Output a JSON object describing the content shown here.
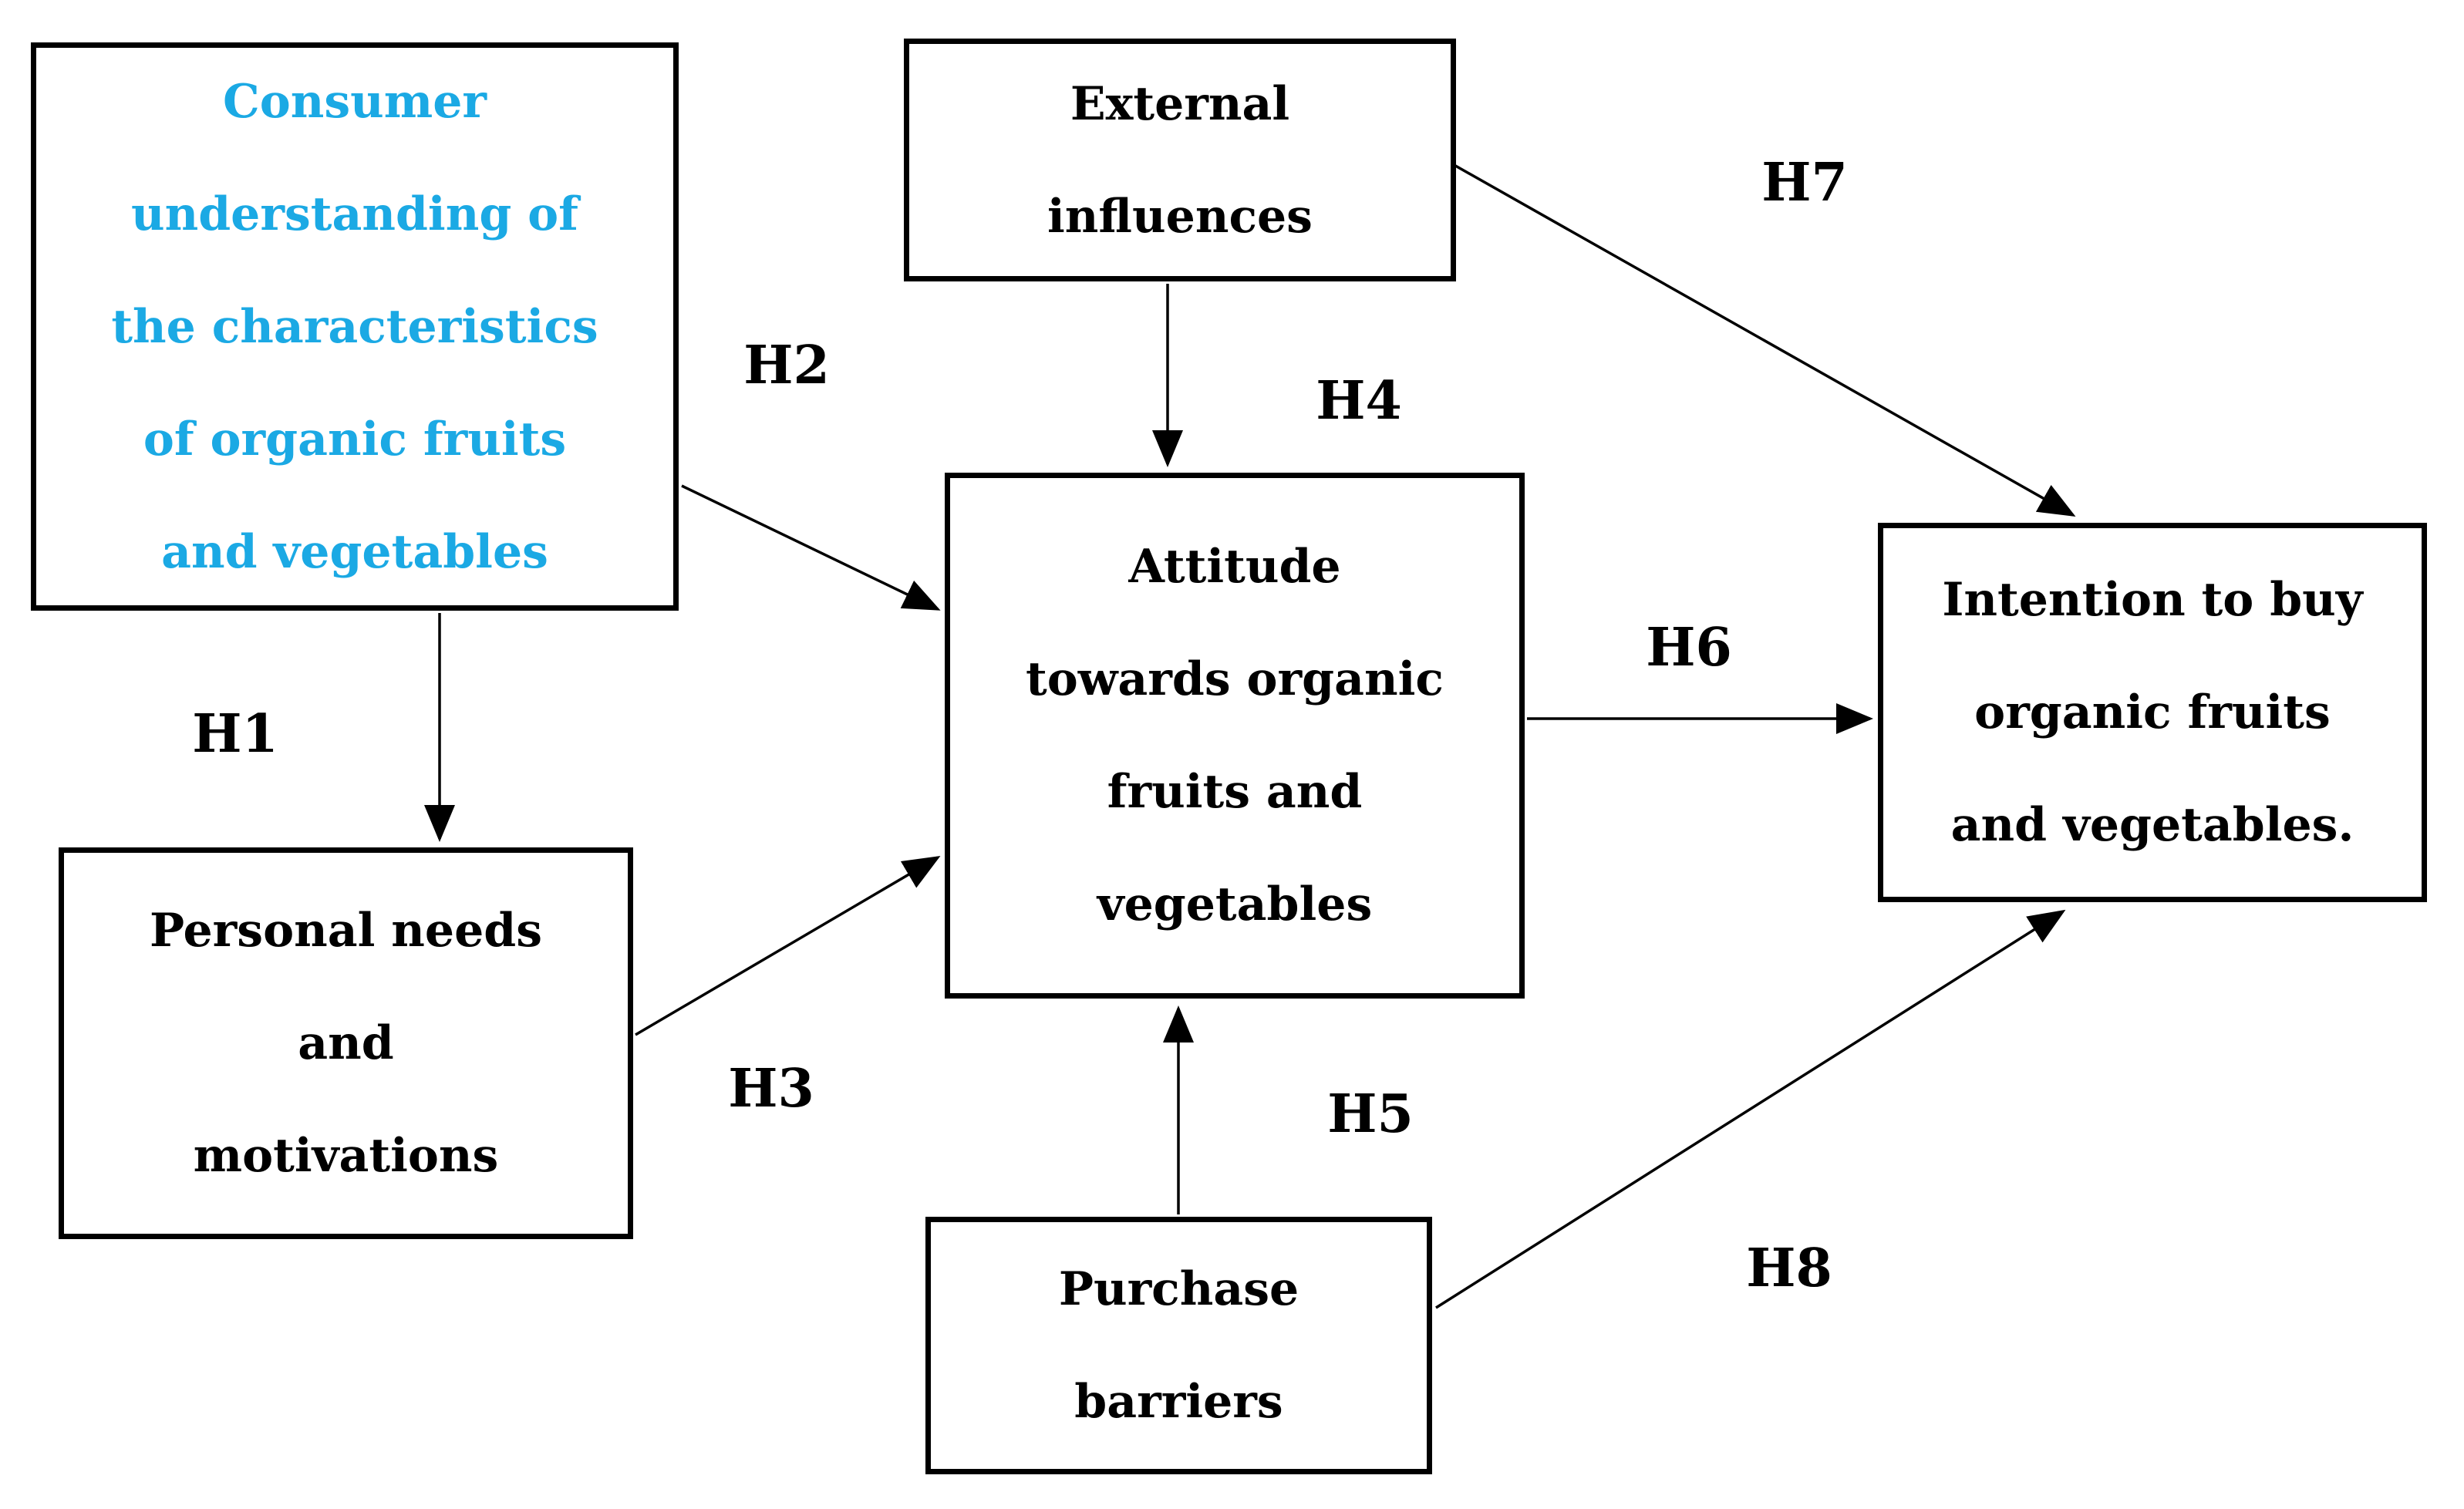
{
  "figure": {
    "kind": "conceptual-model-diagram",
    "background_color": "#ffffff",
    "line_color": "#000000",
    "accent_text_color": "#1BA9E4"
  },
  "nodes": {
    "consumer_understanding": {
      "lines": [
        "Consumer",
        "understanding of",
        "the characteristics",
        "of organic fruits",
        "and vegetables"
      ],
      "text_color": "#1BA9E4"
    },
    "external_influences": {
      "lines": [
        "External",
        "influences"
      ],
      "text_color": "#000000"
    },
    "attitude": {
      "lines": [
        "Attitude",
        "towards organic",
        "fruits and",
        "vegetables"
      ],
      "text_color": "#000000"
    },
    "personal_needs": {
      "lines": [
        "Personal needs",
        "and",
        "motivations"
      ],
      "text_color": "#000000"
    },
    "purchase_barriers": {
      "lines": [
        "Purchase",
        "barriers"
      ],
      "text_color": "#000000"
    },
    "intention_to_buy": {
      "lines": [
        "Intention to buy",
        "organic fruits",
        "and vegetables."
      ],
      "text_color": "#000000"
    }
  },
  "edges": [
    {
      "label": "H1",
      "from": "consumer_understanding",
      "to": "personal_needs"
    },
    {
      "label": "H2",
      "from": "consumer_understanding",
      "to": "attitude"
    },
    {
      "label": "H3",
      "from": "personal_needs",
      "to": "attitude"
    },
    {
      "label": "H4",
      "from": "external_influences",
      "to": "attitude"
    },
    {
      "label": "H5",
      "from": "purchase_barriers",
      "to": "attitude"
    },
    {
      "label": "H6",
      "from": "attitude",
      "to": "intention_to_buy"
    },
    {
      "label": "H7",
      "from": "external_influences",
      "to": "intention_to_buy"
    },
    {
      "label": "H8",
      "from": "purchase_barriers",
      "to": "intention_to_buy"
    }
  ]
}
